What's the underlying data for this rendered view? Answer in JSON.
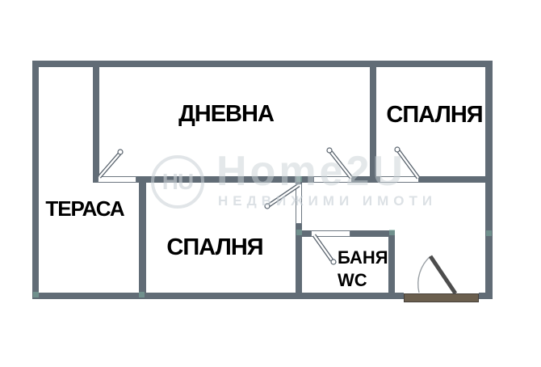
{
  "rooms": [
    {
      "id": "living",
      "label": "ДНЕВНА"
    },
    {
      "id": "bedroom-top",
      "label": "СПАЛНЯ"
    },
    {
      "id": "terrace",
      "label": "ТЕРАСА"
    },
    {
      "id": "bedroom-bottom",
      "label": "СПАЛНЯ"
    },
    {
      "id": "bathroom",
      "label": "БАНЯ",
      "sublabel": "WC"
    }
  ],
  "watermark": {
    "logo_monogram": "HU",
    "brand": "Home2U",
    "tagline": "НЕДВИЖИМИ ИМОТИ"
  },
  "colors": {
    "wall": "#616c76",
    "door_outline": "#5a646e",
    "door_fill": "#ffffff",
    "entrance_leaf": "#4d4d4d",
    "entrance_arc": "#9aa0a5",
    "threshold_fill": "#6b5f4e",
    "threshold_border": "#46403a",
    "junction_accent": "#7fb3a4",
    "label_text": "#000000",
    "watermark_text": "#ccd2d6"
  }
}
